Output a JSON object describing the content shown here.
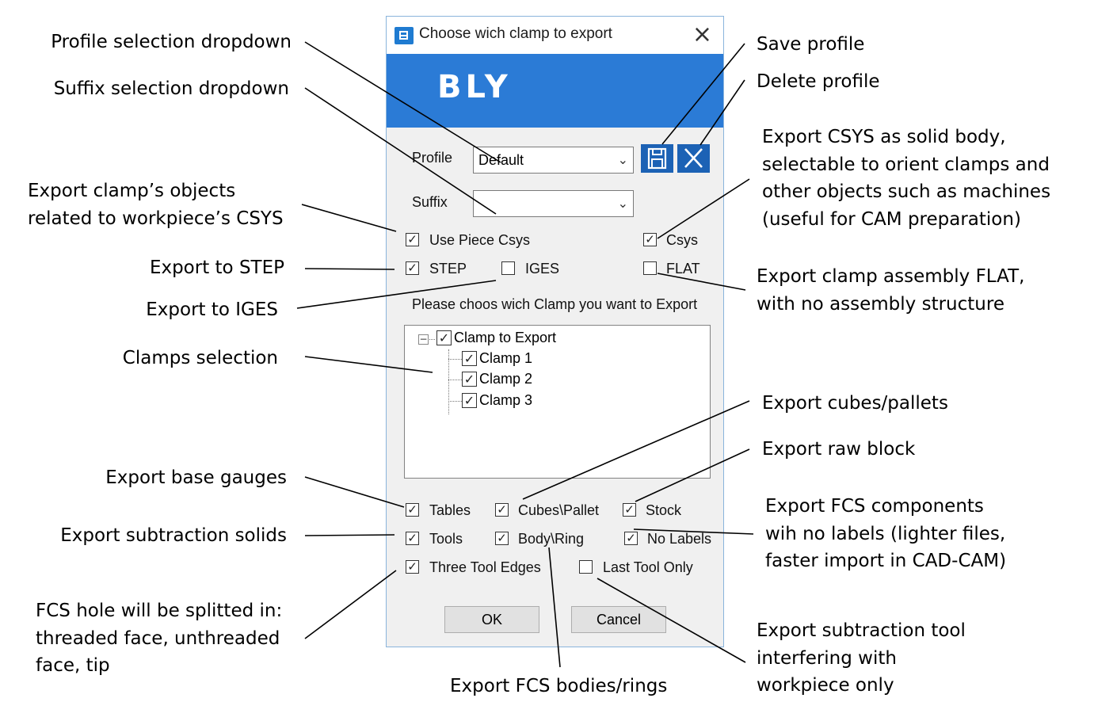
{
  "dialog": {
    "title": "Choose wich clamp to export",
    "logo": "BLY",
    "profile_label": "Profile",
    "profile_value": "Default",
    "suffix_label": "Suffix",
    "suffix_value": "",
    "use_piece_csys": "Use Piece Csys",
    "csys": "Csys",
    "step": "STEP",
    "iges": "IGES",
    "flat": "FLAT",
    "tree_prompt": "Please choos wich Clamp you want to Export",
    "tree_root": "Clamp to Export",
    "tree_items": [
      "Clamp 1",
      "Clamp 2",
      "Clamp 3"
    ],
    "tables": "Tables",
    "cubes_pallet": "Cubes\\Pallet",
    "stock": "Stock",
    "tools": "Tools",
    "body_ring": "Body\\Ring",
    "no_labels": "No Labels",
    "three_tool_edges": "Three Tool Edges",
    "last_tool_only": "Last Tool Only",
    "ok": "OK",
    "cancel": "Cancel",
    "accent_color": "#2b7bd6"
  },
  "annotations": {
    "profile_dropdown": "Profile selection dropdown",
    "suffix_dropdown": "Suffix selection dropdown",
    "csys_related": "Export clamp’s objects\nrelated to workpiece’s CSYS",
    "export_step": "Export to STEP",
    "export_iges": "Export to IGES",
    "clamps_selection": "Clamps selection",
    "base_gauges": "Export base gauges",
    "subtraction_solids": "Export subtraction solids",
    "fcs_hole": "FCS hole will be splitted in:\nthreaded face, unthreaded\nface, tip",
    "fcs_bodies": "Export FCS bodies/rings",
    "save_profile": "Save profile",
    "delete_profile": "Delete profile",
    "csys_solid": "Export CSYS as solid body,\nselectable to orient clamps and\nother objects such as machines\n(useful for CAM preparation)",
    "flat_export": "Export clamp assembly FLAT,\nwith no assembly structure",
    "cubes_pallets": "Export cubes/pallets",
    "raw_block": "Export raw block",
    "fcs_no_labels": "Export FCS components\nwih no labels (lighter files,\nfaster import in CAD-CAM)",
    "subtraction_tool": "Export subtraction tool\ninterfering with\nworkpiece only"
  }
}
